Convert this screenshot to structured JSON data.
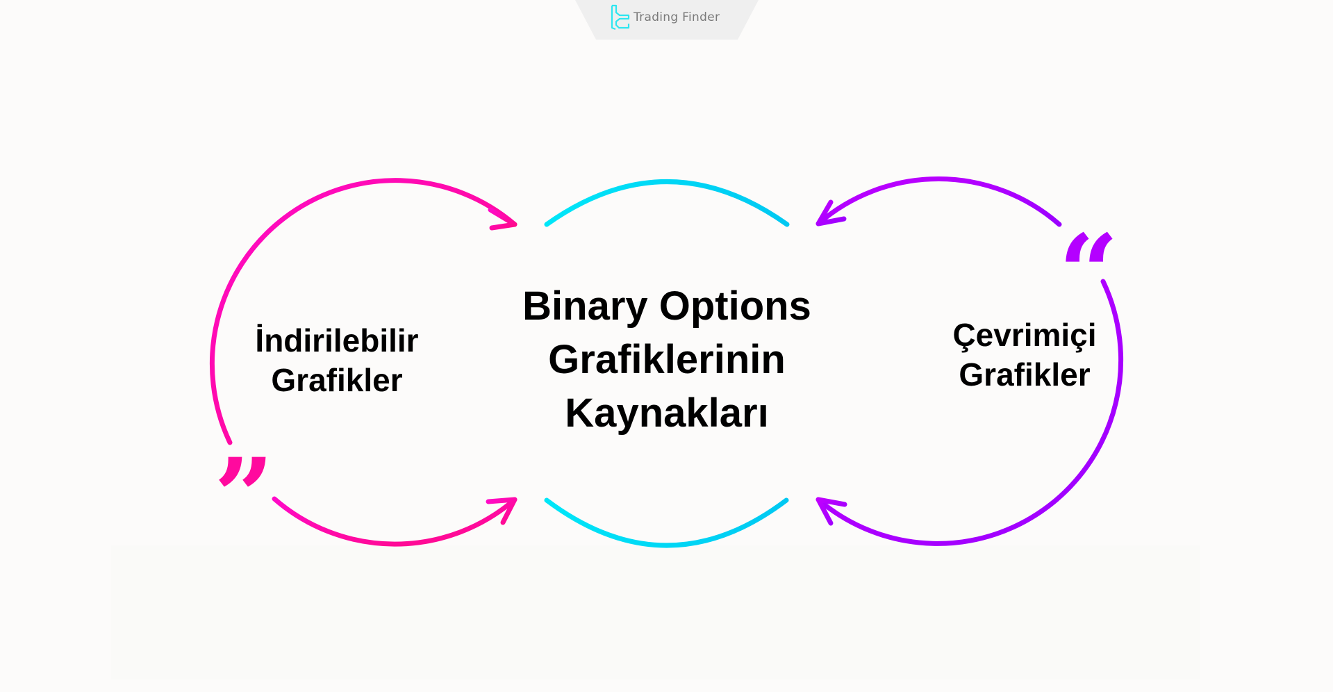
{
  "brand": {
    "name": "Trading Finder",
    "icon": "trading-finder-logo-icon",
    "icon_color": "#2ee6f0",
    "text_color": "#7a7a7a",
    "tab_color": "#efefef"
  },
  "diagram": {
    "center_title": {
      "line1": "Binary Options",
      "line2": "Grafiklerinin",
      "line3": "Kaynakları"
    },
    "left_node": {
      "line1": "İndirilebilir",
      "line2": "Grafikler",
      "color": "#ff0aa8",
      "quote_glyph": "”"
    },
    "right_node": {
      "line1": "Çevrimiçi",
      "line2": "Grafikler",
      "color": "#ae00ff",
      "quote_glyph": "“"
    },
    "center_arc_color": "#00d8f5"
  },
  "colors": {
    "background": "#fcfbfa",
    "text": "#000000",
    "pink": "#ff0aa8",
    "purple": "#ae00ff",
    "cyan": "#00d8f5"
  }
}
